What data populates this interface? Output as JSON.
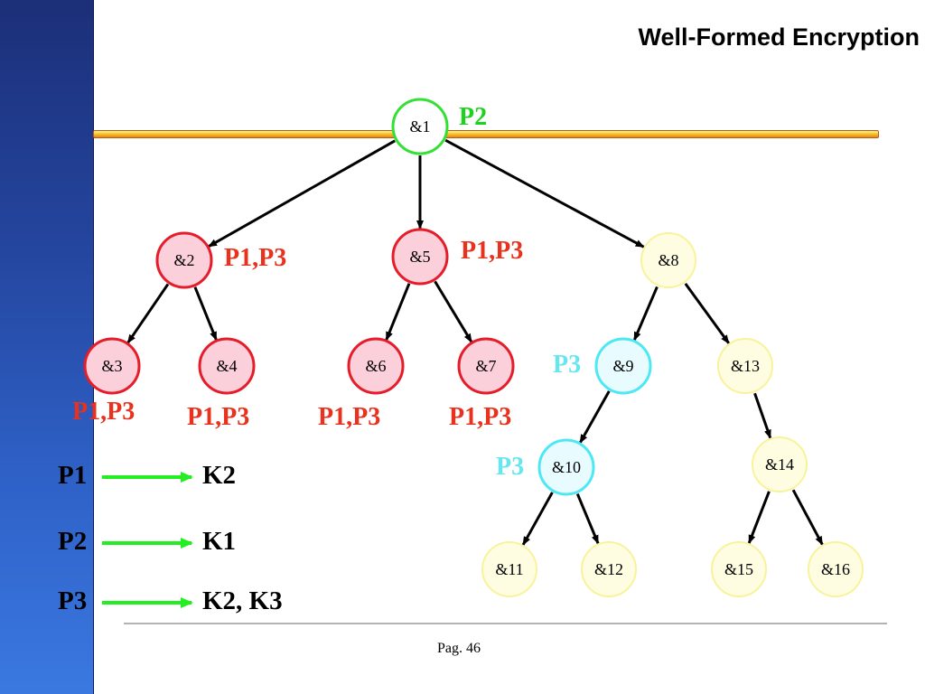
{
  "slide": {
    "title": "Well-Formed Encryption",
    "page": "Pag. 46"
  },
  "colors": {
    "red_text": "#e8321e",
    "green_text": "#1fd11f",
    "cyan_text": "#66e6ee",
    "arrow_green": "#22ee22",
    "red_fill": "#fbd0da",
    "red_stroke": "#e51d2a",
    "green_fill": "#ffffff",
    "green_stroke": "#33e033",
    "yellow_fill": "#fefde2",
    "yellow_stroke": "#f8f39a",
    "cyan_fill": "#e8fcff",
    "cyan_stroke": "#4ee8f4"
  },
  "tree": {
    "nodes": [
      {
        "id": "n1",
        "label": "&1",
        "style": "green"
      },
      {
        "id": "n2",
        "label": "&2",
        "style": "red"
      },
      {
        "id": "n5",
        "label": "&5",
        "style": "red"
      },
      {
        "id": "n8",
        "label": "&8",
        "style": "yellow"
      },
      {
        "id": "n3",
        "label": "&3",
        "style": "red"
      },
      {
        "id": "n4",
        "label": "&4",
        "style": "red"
      },
      {
        "id": "n6",
        "label": "&6",
        "style": "red"
      },
      {
        "id": "n7",
        "label": "&7",
        "style": "red"
      },
      {
        "id": "n9",
        "label": "&9",
        "style": "cyan"
      },
      {
        "id": "n13",
        "label": "&13",
        "style": "yellow"
      },
      {
        "id": "n10",
        "label": "&10",
        "style": "cyan"
      },
      {
        "id": "n14",
        "label": "&14",
        "style": "yellow"
      },
      {
        "id": "n11",
        "label": "&11",
        "style": "yellow"
      },
      {
        "id": "n12",
        "label": "&12",
        "style": "yellow"
      },
      {
        "id": "n15",
        "label": "&15",
        "style": "yellow"
      },
      {
        "id": "n16",
        "label": "&16",
        "style": "yellow"
      }
    ],
    "edges": [
      [
        "n1",
        "n2"
      ],
      [
        "n1",
        "n5"
      ],
      [
        "n1",
        "n8"
      ],
      [
        "n2",
        "n3"
      ],
      [
        "n2",
        "n4"
      ],
      [
        "n5",
        "n6"
      ],
      [
        "n5",
        "n7"
      ],
      [
        "n8",
        "n9"
      ],
      [
        "n8",
        "n13"
      ],
      [
        "n9",
        "n10"
      ],
      [
        "n13",
        "n14"
      ],
      [
        "n10",
        "n11"
      ],
      [
        "n10",
        "n12"
      ],
      [
        "n14",
        "n15"
      ],
      [
        "n14",
        "n16"
      ]
    ],
    "annotations": [
      {
        "node": "n1",
        "text": "P2",
        "color": "green"
      },
      {
        "node": "n2",
        "text": "P1,P3",
        "color": "red"
      },
      {
        "node": "n5",
        "text": "P1,P3",
        "color": "red"
      },
      {
        "node": "n3",
        "text": "P1,P3",
        "color": "red"
      },
      {
        "node": "n4",
        "text": "P1,P3",
        "color": "red"
      },
      {
        "node": "n6",
        "text": "P1,P3",
        "color": "red"
      },
      {
        "node": "n7",
        "text": "P1,P3",
        "color": "red"
      },
      {
        "node": "n9",
        "text": "P3",
        "color": "cyan"
      },
      {
        "node": "n10",
        "text": "P3",
        "color": "cyan"
      }
    ]
  },
  "legend": [
    {
      "principal": "P1",
      "keys": "K2"
    },
    {
      "principal": "P2",
      "keys": "K1"
    },
    {
      "principal": "P3",
      "keys": "K2, K3"
    }
  ]
}
